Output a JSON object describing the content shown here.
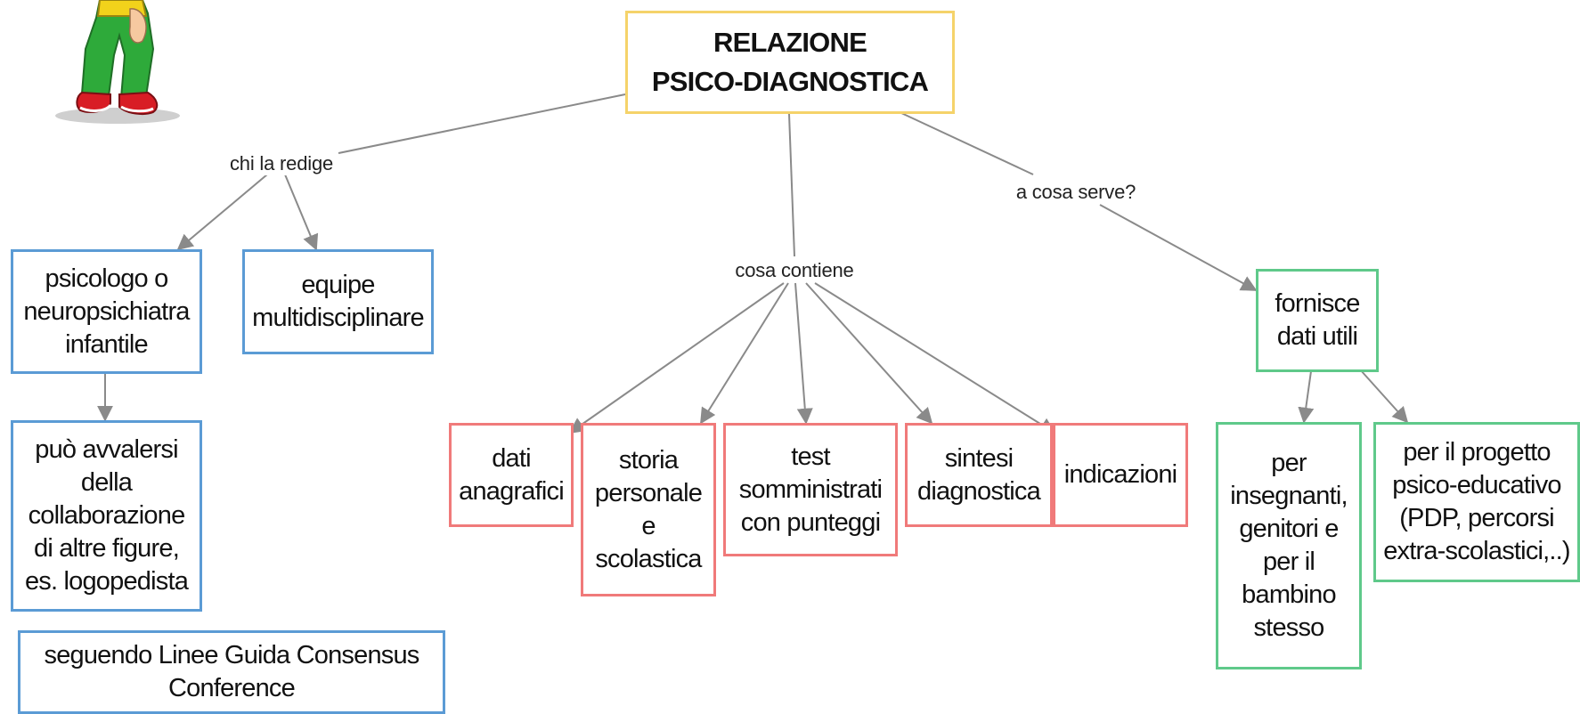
{
  "root": {
    "text": "RELAZIONE\nPSICO-DIAGNOSTICA"
  },
  "link_labels": {
    "chi": "chi la redige",
    "cosa": "cosa  contiene",
    "serve": "a cosa  serve?"
  },
  "nodes": {
    "psicologo": "psicologo o\nneuropsichiatra\ninfantile",
    "equipe": "equipe\nmultidisciplinare",
    "avvalersi": "può avvalersi\ndella\ncollaborazione\ndi altre figure,\nes. logopedista",
    "linee_guida": "seguendo Linee Guida Consensus\nConference",
    "dati_anagrafici": "dati\nanagrafici",
    "storia": "storia\npersonale\ne\nscolastica",
    "test": "test\nsomministrati\ncon punteggi",
    "sintesi": "sintesi\ndiagnostica",
    "indicazioni": "indicazioni",
    "fornisce": "fornisce\ndati utili",
    "insegnanti": "per\ninsegnanti,\ngenitori e\nper il\nbambino\nstesso",
    "progetto": "per il progetto\npsico-educativo\n(PDP, percorsi\nextra-scolastici,..)"
  },
  "colors": {
    "root_border": "#f5d36a",
    "who_border": "#5b9bd5",
    "content_border": "#f07a7a",
    "purpose_border": "#5fc98a",
    "connector": "#8a8a8a"
  },
  "mascot_icon": "cartoon-character-legs-icon"
}
